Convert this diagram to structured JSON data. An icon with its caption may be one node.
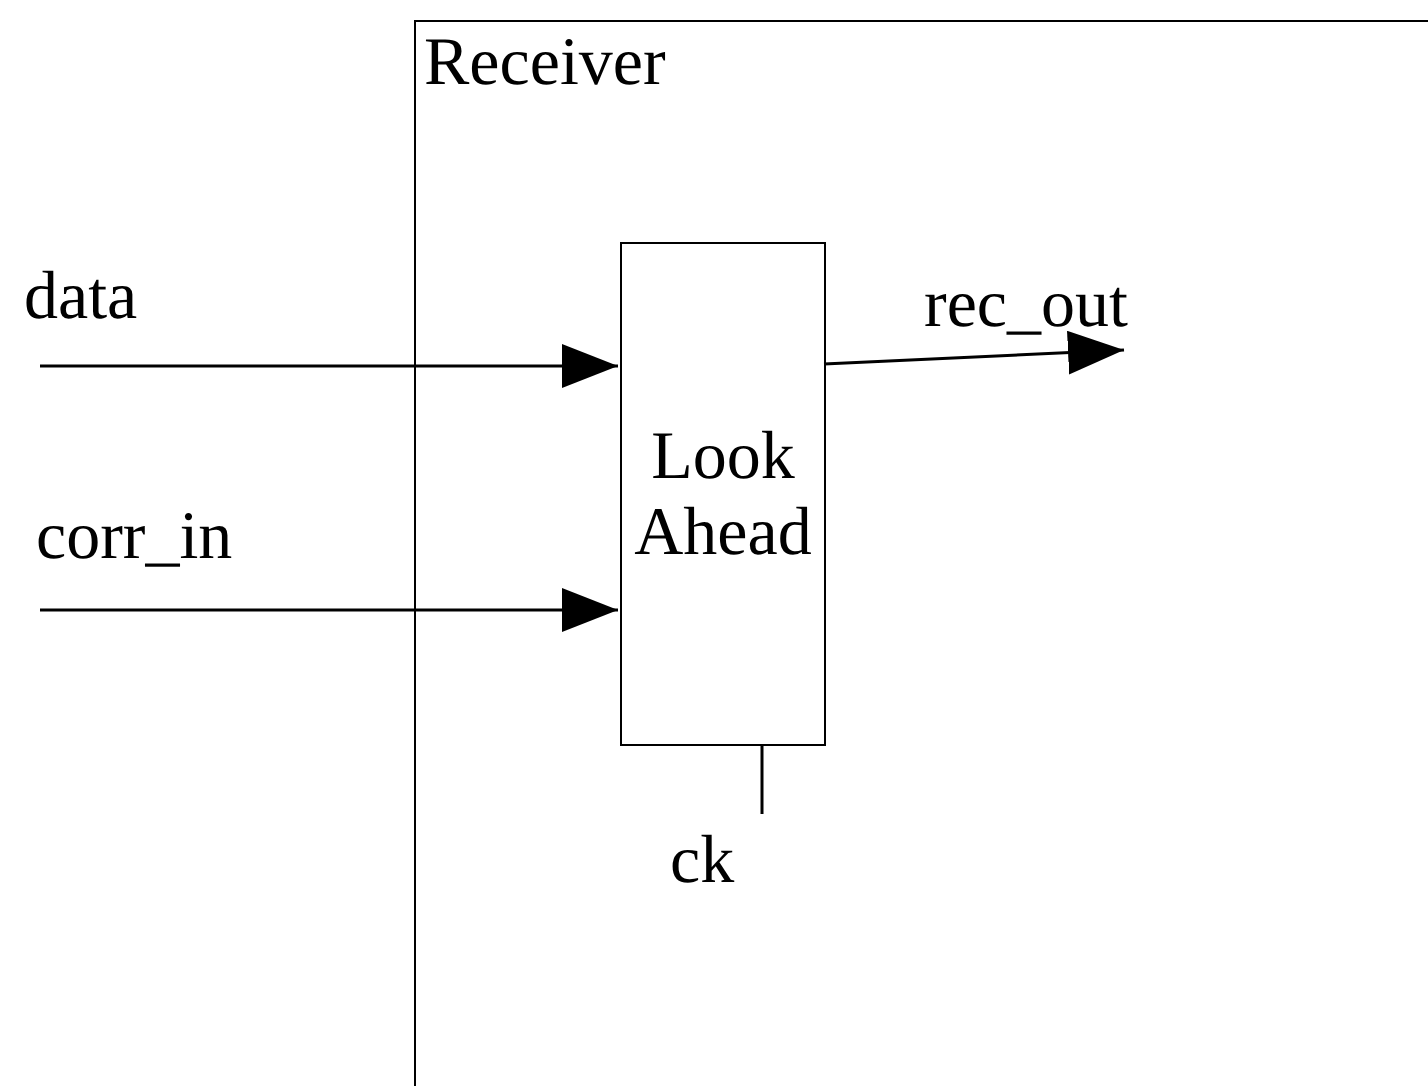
{
  "diagram": {
    "nodes": [
      {
        "text": [
          "Receiver"
        ]
      },
      {
        "text": [
          "Look Ahead"
        ],
        "in": 0
      }
    ],
    "edges": [
      {
        "from": null,
        "to": 1,
        "arrow": "to",
        "label": "data"
      },
      {
        "from": null,
        "to": 1,
        "arrow": "to",
        "label": "corr_in"
      },
      {
        "from": 1,
        "to": null,
        "arrow": "to",
        "label": "rec_out"
      },
      {
        "from": null,
        "to": 1,
        "arrow": "none",
        "label": "ck"
      }
    ]
  }
}
